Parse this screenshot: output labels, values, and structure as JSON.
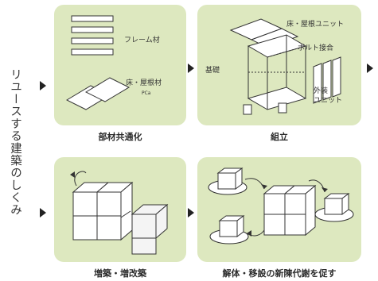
{
  "side_title": "リユースする建築のしくみ",
  "panels": {
    "p1": {
      "labels": {
        "frame": "フレーム材",
        "floor": "床・屋根材",
        "small": "PCa"
      },
      "caption": "部材共通化"
    },
    "p2": {
      "labels": {
        "floor_roof": "床・屋根ユニット",
        "bolt": "ボルト接合",
        "base": "基礎",
        "exterior": "外装",
        "unit": "ユニット"
      },
      "caption": "組立"
    },
    "p3": {
      "caption": "増築・増改築"
    },
    "p4": {
      "caption": "解体・移設の新陳代謝を促す"
    }
  }
}
